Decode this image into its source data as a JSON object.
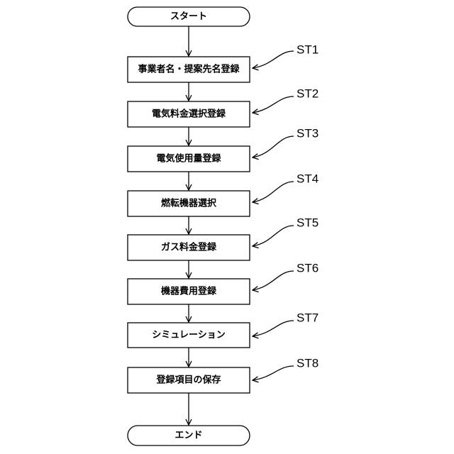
{
  "flowchart": {
    "start": "スタート",
    "end": "エンド",
    "steps": [
      {
        "step_label": "ST1",
        "label": "事業者名・提案先名登録"
      },
      {
        "step_label": "ST2",
        "label": "電気料金選択登録"
      },
      {
        "step_label": "ST3",
        "label": "電気使用量登録"
      },
      {
        "step_label": "ST4",
        "label": "燃転機器選択"
      },
      {
        "step_label": "ST5",
        "label": "ガス料金登録"
      },
      {
        "step_label": "ST6",
        "label": "機器費用登録"
      },
      {
        "step_label": "ST7",
        "label": "シミュレーション"
      },
      {
        "step_label": "ST8",
        "label": "登録項目の保存"
      }
    ],
    "colors": {
      "line": "#000000",
      "background": "#ffffff"
    }
  }
}
